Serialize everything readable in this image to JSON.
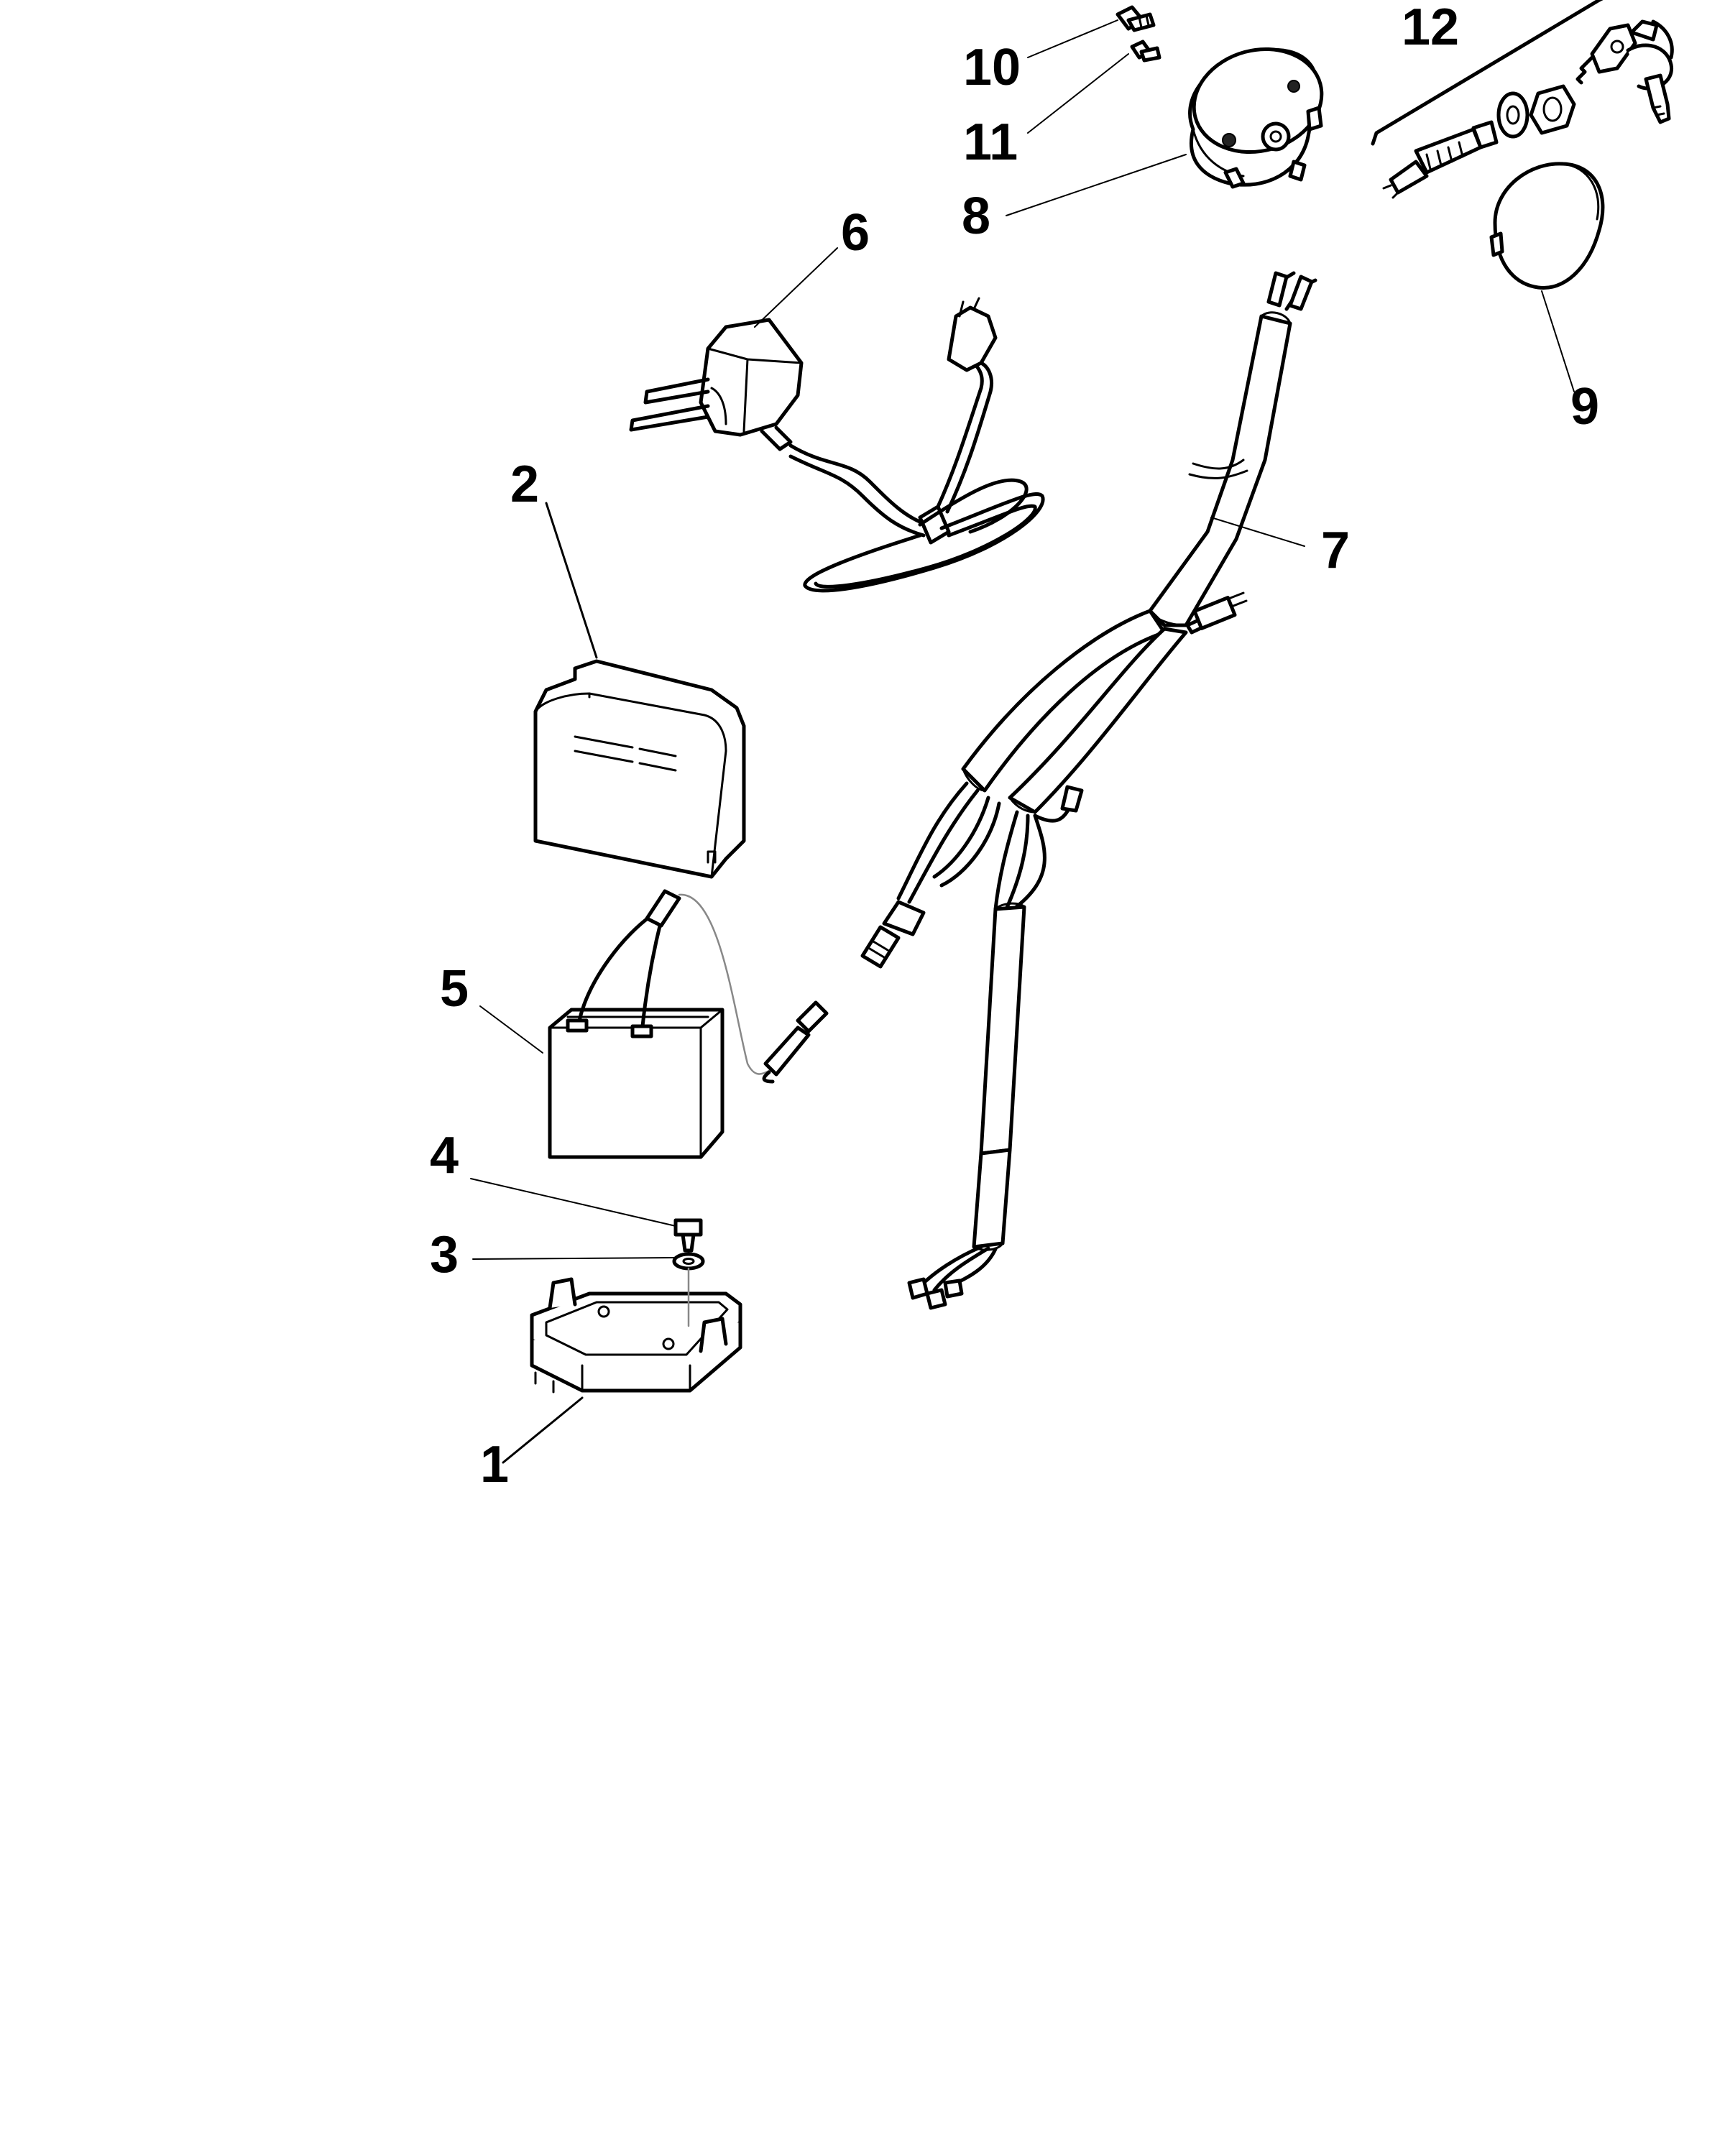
{
  "diagram": {
    "type": "exploded-parts-diagram",
    "callouts": [
      {
        "id": "1",
        "label": "1",
        "part": "battery-tray"
      },
      {
        "id": "2",
        "label": "2",
        "part": "battery-cover"
      },
      {
        "id": "3",
        "label": "3",
        "part": "washer"
      },
      {
        "id": "4",
        "label": "4",
        "part": "screw"
      },
      {
        "id": "5",
        "label": "5",
        "part": "battery"
      },
      {
        "id": "6",
        "label": "6",
        "part": "charger"
      },
      {
        "id": "7",
        "label": "7",
        "part": "wiring-harness"
      },
      {
        "id": "8",
        "label": "8",
        "part": "switch-housing"
      },
      {
        "id": "9",
        "label": "9",
        "part": "switch-cap"
      },
      {
        "id": "10",
        "label": "10",
        "part": "screw"
      },
      {
        "id": "11",
        "label": "11",
        "part": "screw"
      },
      {
        "id": "12",
        "label": "12",
        "part": "key-switch-kit"
      }
    ]
  }
}
